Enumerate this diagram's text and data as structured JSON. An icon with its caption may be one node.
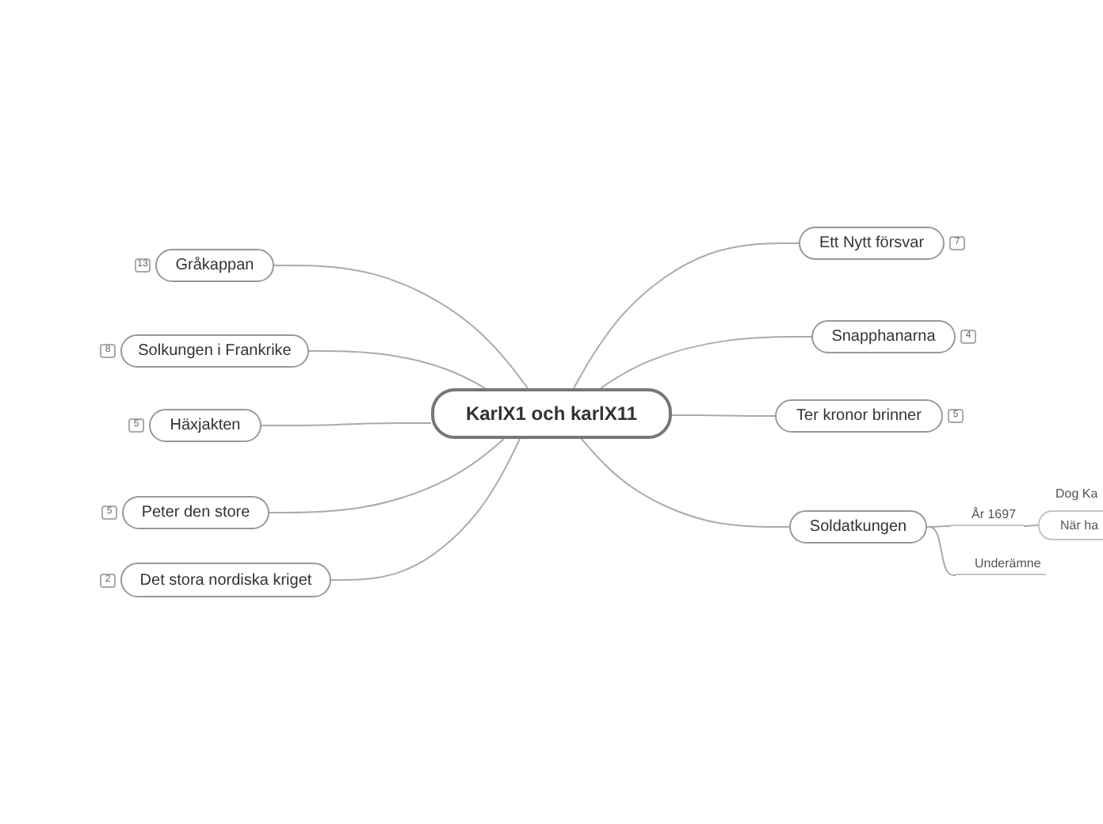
{
  "diagram": {
    "nodes": [
      {
        "text": [
          "KarlX1 och karlX11"
        ]
      },
      {
        "text": [
          "Gråkappan"
        ],
        "beside": [
          "13"
        ]
      },
      {
        "text": [
          "Solkungen i Frankrike"
        ],
        "beside": [
          "8"
        ]
      },
      {
        "text": [
          "Häxjakten"
        ],
        "beside": [
          "5"
        ]
      },
      {
        "text": [
          "Peter den store"
        ],
        "beside": [
          "5"
        ]
      },
      {
        "text": [
          "Det stora nordiska kriget"
        ],
        "beside": [
          "2"
        ]
      },
      {
        "text": [
          "Ett Nytt försvar"
        ],
        "beside": [
          "7"
        ]
      },
      {
        "text": [
          "Snapphanarna"
        ],
        "beside": [
          "4"
        ]
      },
      {
        "text": [
          "Ter kronor brinner"
        ],
        "beside": [
          "5"
        ]
      },
      {
        "text": [
          "Soldatkungen"
        ]
      },
      {
        "text": [
          "År 1697"
        ]
      },
      {
        "text": [
          "När ha"
        ]
      },
      {
        "text": [
          "Underämne"
        ]
      }
    ],
    "edges": [
      {
        "from": 0,
        "to": 1,
        "arrow": "none"
      },
      {
        "from": 0,
        "to": 2,
        "arrow": "none"
      },
      {
        "from": 0,
        "to": 3,
        "arrow": "none"
      },
      {
        "from": 0,
        "to": 4,
        "arrow": "none"
      },
      {
        "from": 0,
        "to": 5,
        "arrow": "none"
      },
      {
        "from": 0,
        "to": 6,
        "arrow": "none"
      },
      {
        "from": 0,
        "to": 7,
        "arrow": "none"
      },
      {
        "from": 0,
        "to": 8,
        "arrow": "none"
      },
      {
        "from": 0,
        "to": 9,
        "arrow": "none"
      },
      {
        "from": 9,
        "to": 10,
        "arrow": "none"
      },
      {
        "from": 10,
        "to": 11,
        "arrow": "none"
      },
      {
        "from": 9,
        "to": 12,
        "arrow": "none"
      }
    ],
    "labels": [
      "Dog Ka"
    ]
  }
}
